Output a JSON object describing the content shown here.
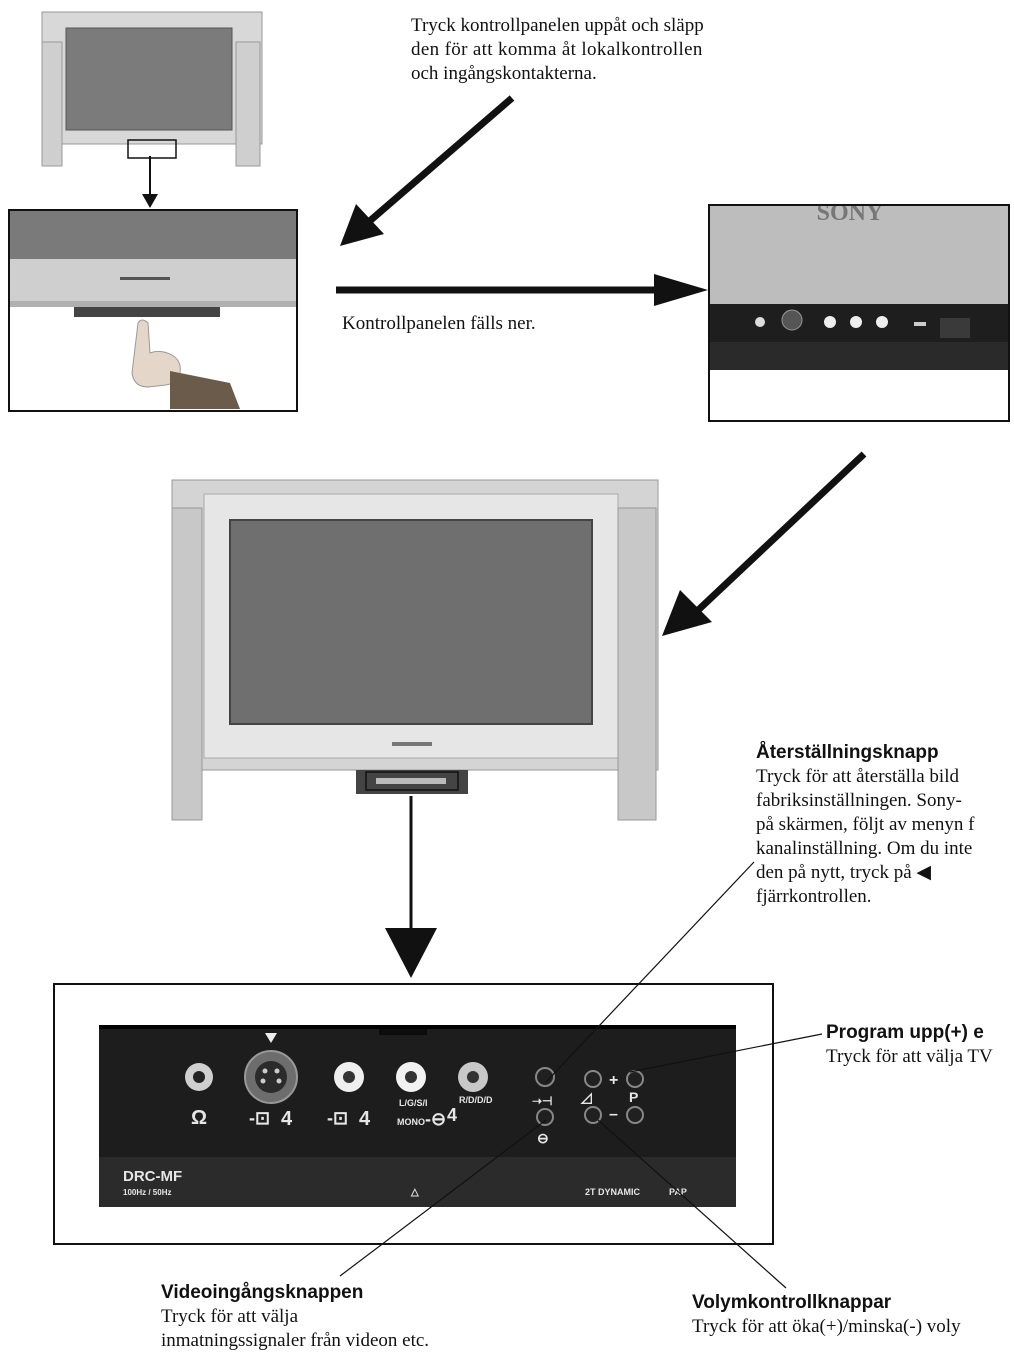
{
  "top_instruction": [
    "Tryck kontrollpanelen uppåt och släpp",
    "den för att komma åt lokalkontrollen",
    "och ingångskontakterna."
  ],
  "fold_caption": "Kontrollpanelen fälls ner.",
  "brand": "SONY",
  "reset": {
    "title": "Återställningsknapp",
    "lines": [
      "Tryck för att återställa bild",
      "fabriksinställningen. Sony-",
      "på skärmen, följt av menyn f",
      "kanalinställning. Om du inte",
      "den på nytt, tryck på ◀",
      "fjärrkontrollen."
    ]
  },
  "program": {
    "title": "Program upp(+) e",
    "text": "Tryck för att välja TV"
  },
  "video": {
    "title": "Videoingångsknappen",
    "lines": [
      "Tryck för att välja",
      "inmatningssignaler från videon etc."
    ]
  },
  "volume": {
    "title": "Volymkontrollknappar",
    "text": "Tryck för att öka(+)/minska(-) voly"
  },
  "panel": {
    "svideo_num": "4",
    "video_num": "4",
    "audio_label_1": "L/G/S/I",
    "audio_label_2": "MONO",
    "audio_label_3": "R/D/D/D",
    "audio_num": "4",
    "plus": "+",
    "minus": "–",
    "p": "P",
    "model": "DRC-MF",
    "model_sub": "100Hz / 50Hz",
    "dynamic": "2T DYNAMIC",
    "dynamic_tail": "PAP"
  }
}
